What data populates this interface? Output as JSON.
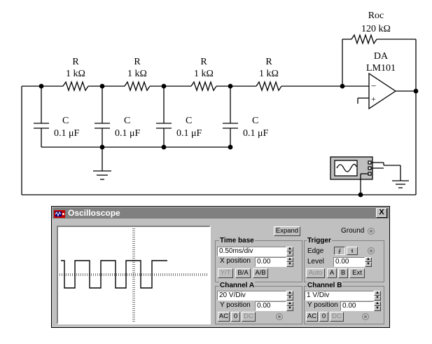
{
  "circuit": {
    "resistors": [
      {
        "name": "R",
        "value": "1 kΩ"
      },
      {
        "name": "R",
        "value": "1 kΩ"
      },
      {
        "name": "R",
        "value": "1 kΩ"
      },
      {
        "name": "R",
        "value": "1 kΩ"
      }
    ],
    "capacitors": [
      {
        "name": "C",
        "value": "0.1 μF"
      },
      {
        "name": "C",
        "value": "0.1 μF"
      },
      {
        "name": "C",
        "value": "0.1 μF"
      },
      {
        "name": "C",
        "value": "0.1 μF"
      }
    ],
    "feedback": {
      "name": "Roc",
      "value": "120 kΩ"
    },
    "opamp": {
      "name": "DA",
      "model": "LM101",
      "minus": "−",
      "plus": "+"
    }
  },
  "oscilloscope": {
    "title": "Oscilloscope",
    "close_label": "X",
    "expand_label": "Expand",
    "ground_label": "Ground",
    "timebase": {
      "label": "Time base",
      "value": "0.50ms/div",
      "xpos_label": "X position",
      "xpos_value": "0.00",
      "modes": [
        "Y/T",
        "B/A",
        "A/B"
      ]
    },
    "trigger": {
      "label": "Trigger",
      "edge_label": "Edge",
      "level_label": "Level",
      "level_value": "0.00",
      "sources": [
        "Auto",
        "A",
        "B",
        "Ext"
      ]
    },
    "channel_a": {
      "label": "Channel A",
      "value": "20  V/Div",
      "ypos_label": "Y position",
      "ypos_value": "0.00",
      "coupling": [
        "AC",
        "0",
        "DC"
      ]
    },
    "channel_b": {
      "label": "Channel B",
      "value": "1  V/Div",
      "ypos_label": "Y position",
      "ypos_value": "0.00",
      "coupling": [
        "AC",
        "0",
        "DC"
      ]
    }
  },
  "colors": {
    "window_face": "#c0c0c0",
    "title_bar": "#808080",
    "trace": "#000000",
    "grid": "#000000"
  },
  "icons": [
    "oscilloscope-app-icon",
    "close-icon",
    "spin-up-icon",
    "spin-down-icon",
    "ground-icon",
    "scope-probe-icon"
  ]
}
